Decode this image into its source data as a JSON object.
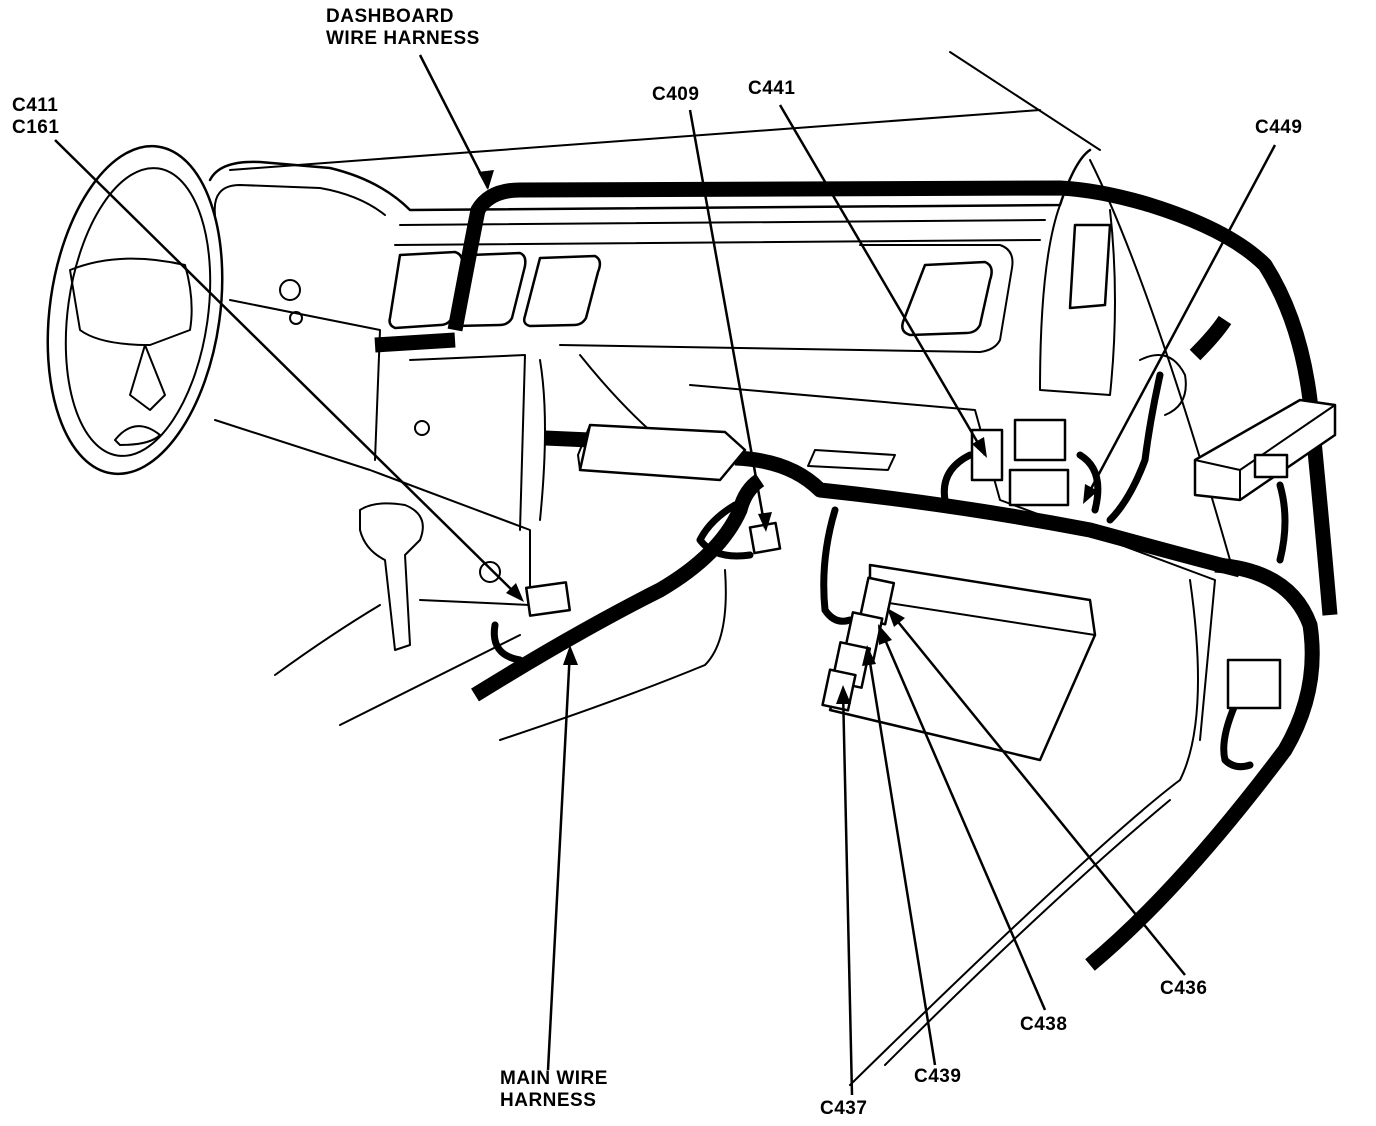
{
  "labels": {
    "dashboard_harness": [
      "DASHBOARD",
      "WIRE HARNESS"
    ],
    "main_harness": [
      "MAIN WIRE",
      "HARNESS"
    ],
    "c411": "C411",
    "c161": "C161",
    "c409": "C409",
    "c441": "C441",
    "c449": "C449",
    "c436": "C436",
    "c438": "C438",
    "c439": "C439",
    "c437": "C437"
  }
}
